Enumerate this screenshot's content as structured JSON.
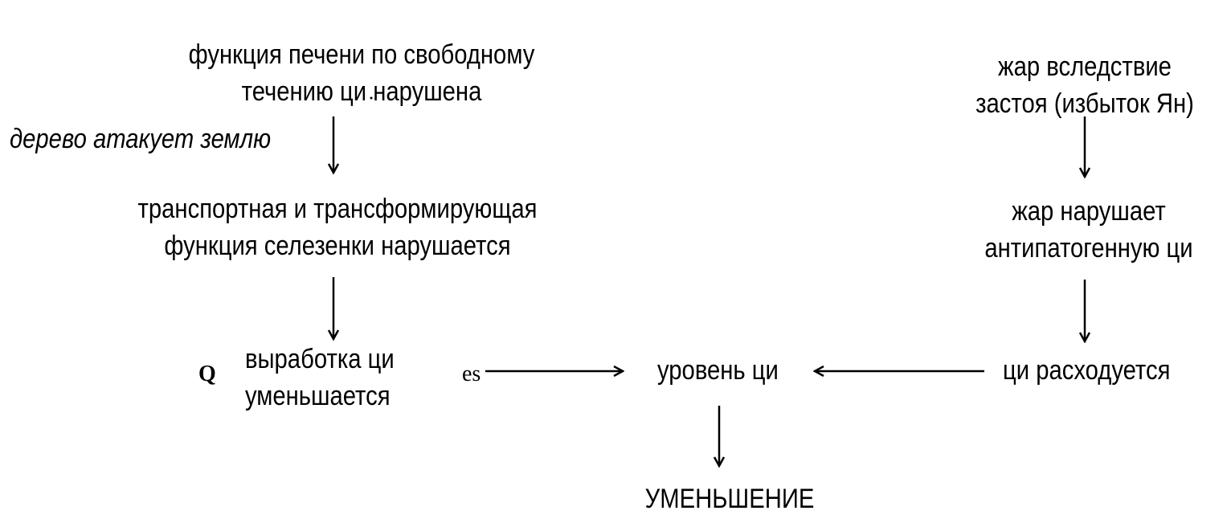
{
  "nodes": {
    "liver": {
      "lines": [
        "функция печени по свободному",
        "течению ци нарушена"
      ]
    },
    "wood_attacks_earth": "дерево атакует землю",
    "spleen": {
      "lines": [
        "транспортная и трансформирующая",
        "функция селезенки нарушается"
      ]
    },
    "production": {
      "lines": [
        "выработка ци",
        "уменьшается"
      ]
    },
    "qi_level": "уровень ци",
    "decrease": "УМЕНЬШЕНИЕ",
    "heat_stagnation": {
      "lines": [
        "жар вследствие",
        "застоя (избыток Ян)"
      ]
    },
    "heat_disrupts": {
      "lines": [
        "жар нарушает",
        "антипатогенную ци"
      ]
    },
    "qi_consumed": "ци расходуется"
  },
  "artifacts": {
    "left": "Q",
    "middle": "es"
  }
}
